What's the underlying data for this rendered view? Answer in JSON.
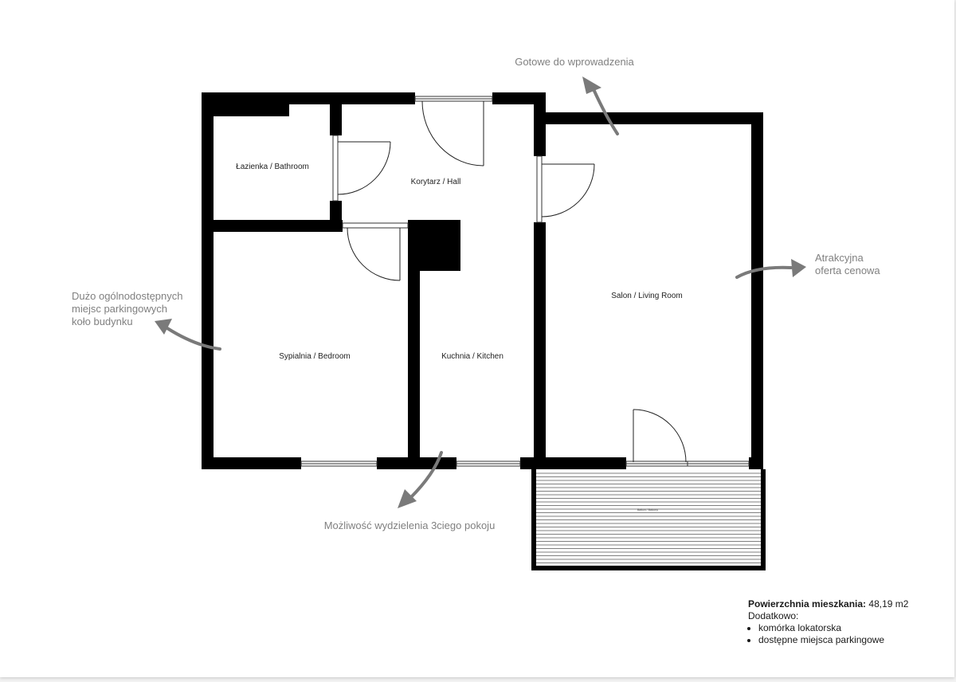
{
  "rooms": {
    "bathroom": "Łazienka / Bathroom",
    "hall": "Korytarz / Hall",
    "living": "Salon / Living Room",
    "bedroom": "Sypialnia / Bedroom",
    "kitchen": "Kuchnia / Kitchen",
    "balcony": "Balkon / Balcony"
  },
  "callouts": {
    "ready": "Gotowe do wprowadzenia",
    "price": [
      "Atrakcyjna",
      "oferta cenowa"
    ],
    "parking": [
      "Dużo ogólnodostępnych",
      "miejsc parkingowych",
      "koło budynku"
    ],
    "third_room": "Możliwość wydzielenia 3ciego pokoju"
  },
  "info": {
    "area_label": "Powierzchnia mieszkania:",
    "area_value": "48,19 m2",
    "extras_label": "Dodatkowo:",
    "extras": [
      "komórka lokatorska",
      "dostępne miejsca parkingowe"
    ]
  },
  "colors": {
    "wall": "#000000",
    "callout": "#808080",
    "arrow": "#7a7a7a"
  }
}
